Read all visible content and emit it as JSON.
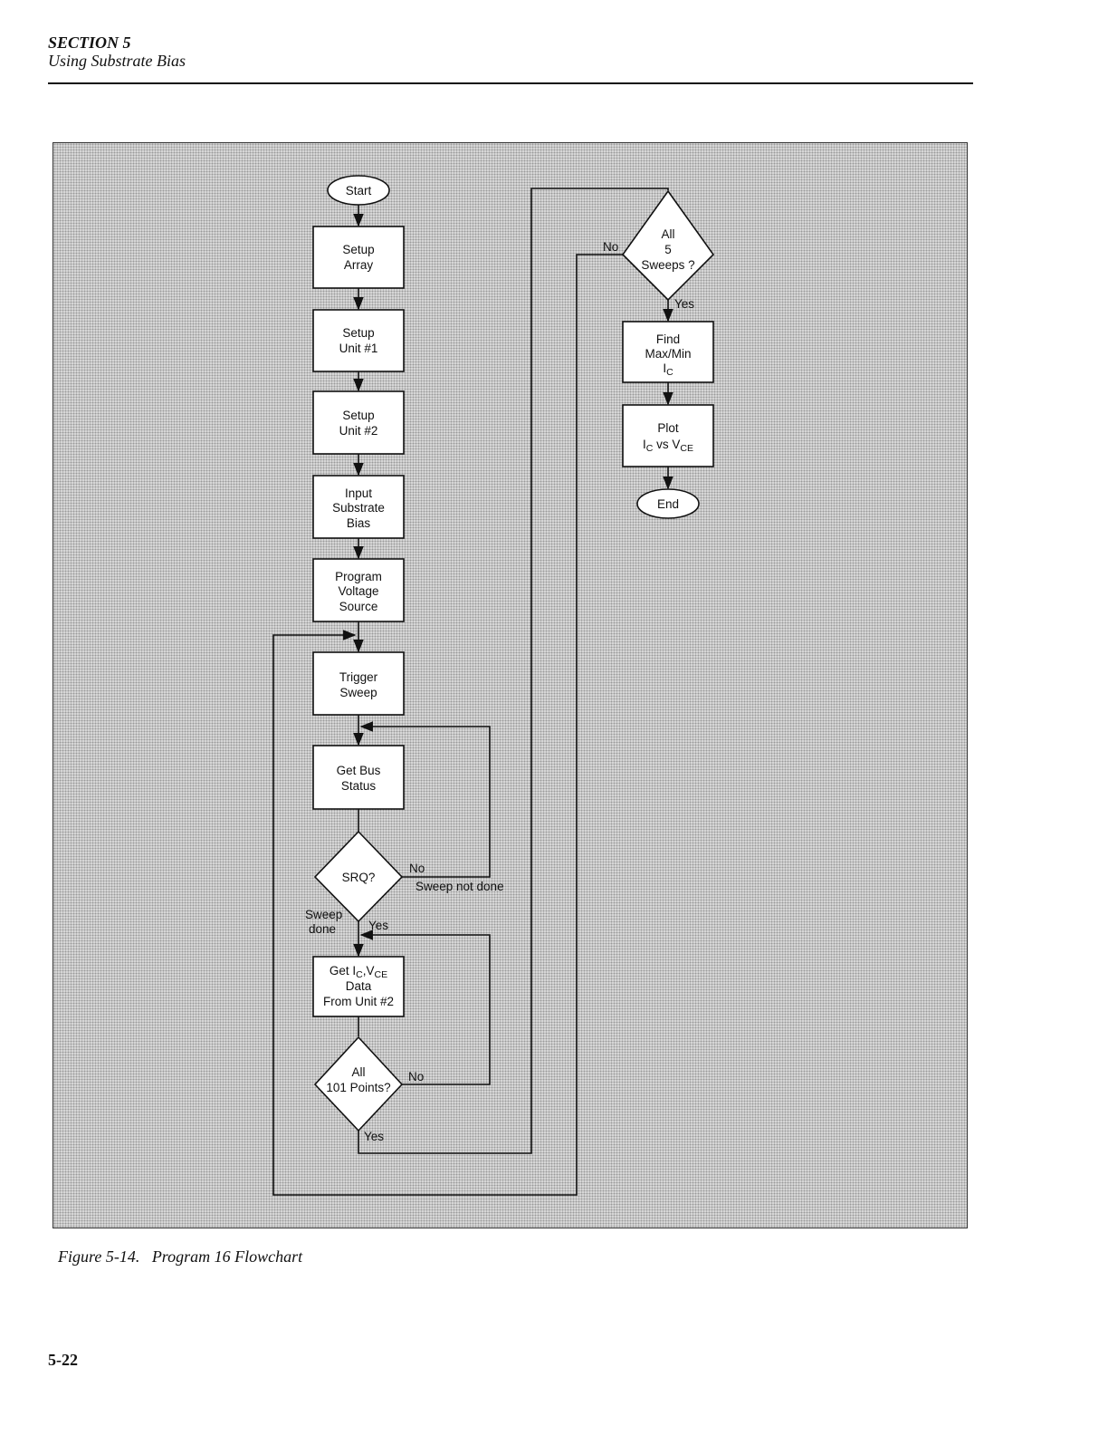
{
  "header": {
    "section": "SECTION 5",
    "subtitle": "Using Substrate Bias"
  },
  "nodes": {
    "start": "Start",
    "setup_array": [
      "Setup",
      "Array"
    ],
    "setup_unit1": [
      "Setup",
      "Unit #1"
    ],
    "setup_unit2": [
      "Setup",
      "Unit #2"
    ],
    "input_bias": [
      "Input",
      "Substrate",
      "Bias"
    ],
    "program_source": [
      "Program",
      "Voltage",
      "Source"
    ],
    "trigger_sweep": [
      "Trigger",
      "Sweep"
    ],
    "get_bus_status": [
      "Get Bus",
      "Status"
    ],
    "srq": "SRQ?",
    "get_data": {
      "line1_main": "Get I",
      "line1_sub1": "C",
      "line1_mid": ",V",
      "line1_sub2": "CE",
      "line2": "Data",
      "line3": "From Unit #2"
    },
    "all_points": [
      "All",
      "101 Points?"
    ],
    "all_sweeps": [
      "All",
      "5",
      "Sweeps ?"
    ],
    "find_maxmin": {
      "line1": "Find",
      "line2": "Max/Min",
      "line3_main": "I",
      "line3_sub": "C"
    },
    "plot": {
      "line1": "Plot",
      "line2_a": "I",
      "line2_a_sub": "C",
      "line2_mid": " vs V",
      "line2_b_sub": "CE"
    },
    "end": "End"
  },
  "labels": {
    "srq_no": "No",
    "sweep_not_done": "Sweep not done",
    "sweep_done": [
      "Sweep",
      "done"
    ],
    "srq_yes": "Yes",
    "points_no": "No",
    "points_yes": "Yes",
    "sweeps_no": "No",
    "sweeps_yes": "Yes"
  },
  "caption": "Figure 5-14.   Program 16 Flowchart",
  "page_number": "5-22"
}
